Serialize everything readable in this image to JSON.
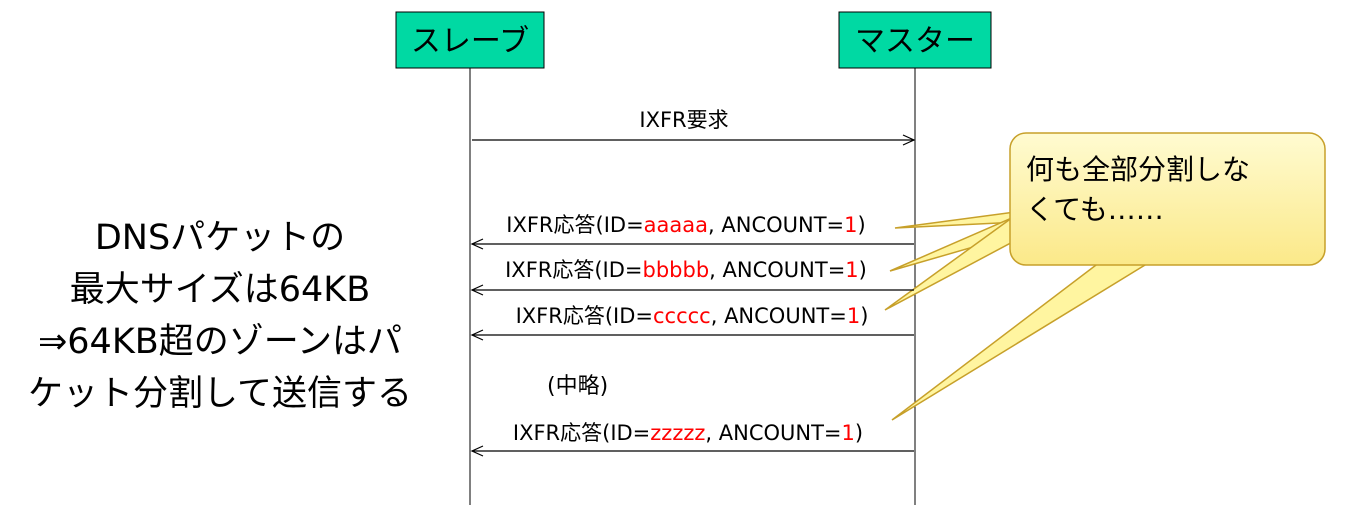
{
  "actors": {
    "slave": "スレーブ",
    "master": "マスター"
  },
  "request": {
    "label": "IXFR要求"
  },
  "responses": [
    {
      "prefix": "IXFR応答(ID=",
      "id": "aaaaa",
      "mid": ", ANCOUNT=",
      "count": "1",
      "suffix": ")"
    },
    {
      "prefix": "IXFR応答(ID=",
      "id": "bbbbb",
      "mid": ", ANCOUNT=",
      "count": "1",
      "suffix": ")"
    },
    {
      "prefix": "IXFR応答(ID=",
      "id": "ccccc",
      "mid": ", ANCOUNT=",
      "count": "1",
      "suffix": ")"
    },
    {
      "prefix": "IXFR応答(ID=",
      "id": "zzzzz",
      "mid": ", ANCOUNT=",
      "count": "1",
      "suffix": ")"
    }
  ],
  "omitted": "(中略)",
  "left_note": {
    "lines": [
      "DNSパケットの",
      "最大サイズは64KB",
      "⇒64KB超のゾーンはパ",
      "ケット分割して送信する"
    ]
  },
  "callout": {
    "lines": [
      "何も全部分割しな",
      "くても……"
    ]
  },
  "colors": {
    "actor_fill": "#00d9a3",
    "highlight": "#ff0000",
    "callout_fill": "#fff5a0",
    "callout_border": "#c7a02a"
  }
}
